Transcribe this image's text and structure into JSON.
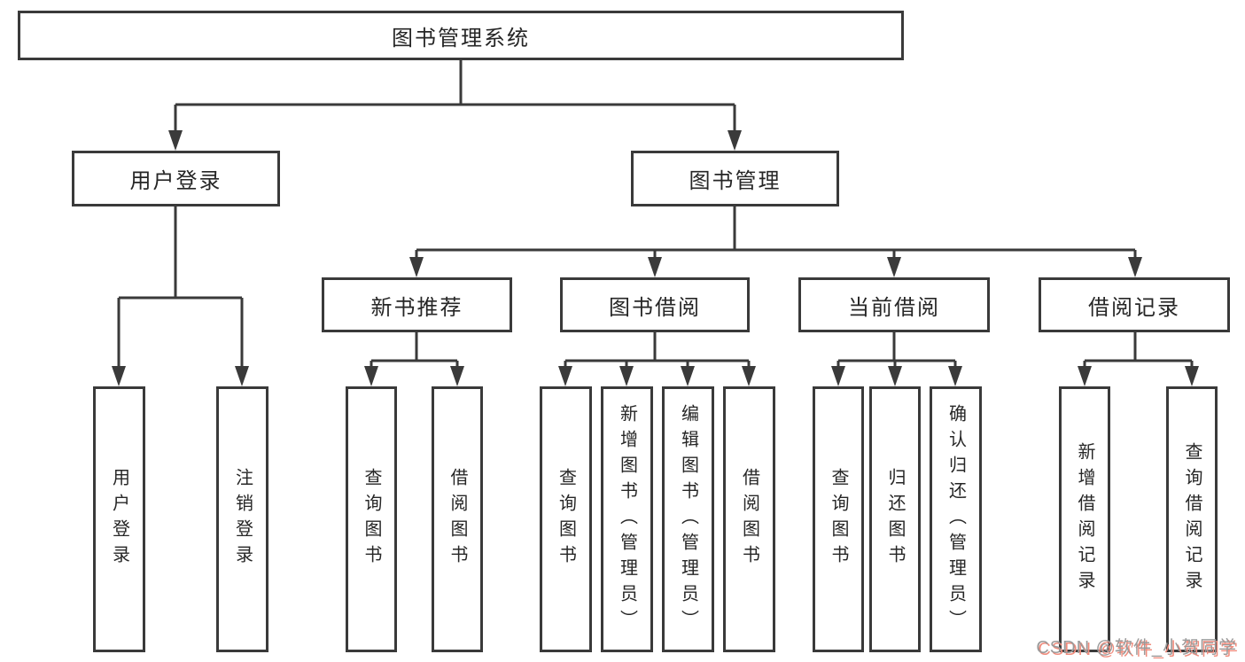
{
  "nodes": {
    "root": {
      "label": "图书管理系统"
    },
    "user_login": {
      "label": "用户登录"
    },
    "book_mgmt": {
      "label": "图书管理"
    },
    "new_book_rec": {
      "label": "新书推荐"
    },
    "book_borrow": {
      "label": "图书借阅"
    },
    "current_borrow": {
      "label": "当前借阅"
    },
    "borrow_record": {
      "label": "借阅记录"
    },
    "ul_user_login": {
      "label": "用户登录"
    },
    "ul_logout": {
      "label": "注销登录"
    },
    "nb_query_book": {
      "label": "查询图书"
    },
    "nb_borrow_book": {
      "label": "借阅图书"
    },
    "bb_query_book": {
      "label": "查询图书"
    },
    "bb_add_book": {
      "label": "新增图书（管理员）"
    },
    "bb_edit_book": {
      "label": "编辑图书（管理员）"
    },
    "bb_borrow_book": {
      "label": "借阅图书"
    },
    "cb_query_book": {
      "label": "查询图书"
    },
    "cb_return_book": {
      "label": "归还图书"
    },
    "cb_confirm_return": {
      "label": "确认归还（管理员）"
    },
    "br_add_record": {
      "label": "新增借阅记录"
    },
    "br_query_record": {
      "label": "查询借阅记录"
    }
  },
  "hierarchy": {
    "root": [
      "user_login",
      "book_mgmt"
    ],
    "user_login": [
      "ul_user_login",
      "ul_logout"
    ],
    "book_mgmt": [
      "new_book_rec",
      "book_borrow",
      "current_borrow",
      "borrow_record"
    ],
    "new_book_rec": [
      "nb_query_book",
      "nb_borrow_book"
    ],
    "book_borrow": [
      "bb_query_book",
      "bb_add_book",
      "bb_edit_book",
      "bb_borrow_book"
    ],
    "current_borrow": [
      "cb_query_book",
      "cb_return_book",
      "cb_confirm_return"
    ],
    "borrow_record": [
      "br_add_record",
      "br_query_record"
    ]
  },
  "watermark": {
    "text": "CSDN @软件_小贺同学"
  },
  "colors": {
    "line": "#3a3a3a",
    "box_border": "#3a3a3a",
    "text": "#262626",
    "background": "#ffffff",
    "watermark_gray": "#9a9a9a",
    "watermark_red": "#f08c7d"
  }
}
